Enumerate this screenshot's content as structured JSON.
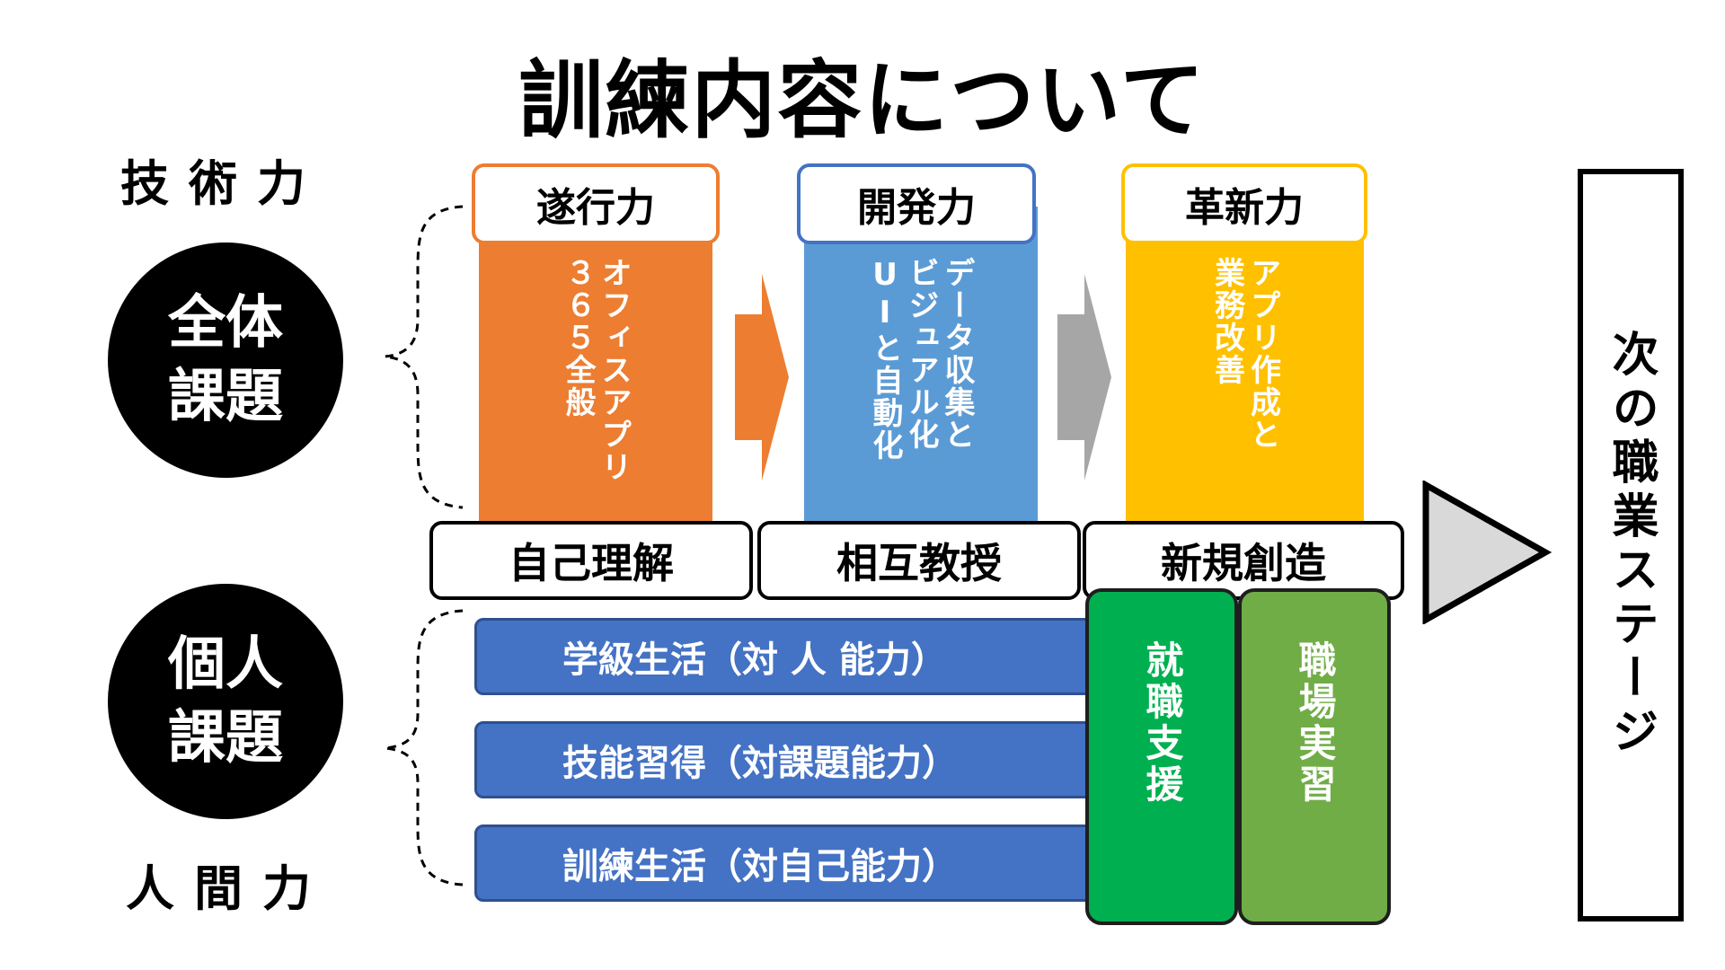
{
  "title": "訓練内容について",
  "labels": {
    "tech": "技術力",
    "human": "人間力"
  },
  "circles": {
    "overall": "全体課題",
    "individual": "個人課題"
  },
  "columns": [
    {
      "header": "遂行力",
      "body": "オフィスアプリ\n３６５全般",
      "color": "#ed7d31"
    },
    {
      "header": "開発力",
      "body": "データ収集と\nビジュアル化\nUIと自動化",
      "color": "#5b9bd5"
    },
    {
      "header": "革新力",
      "body": "アプリ作成と\n業務改善",
      "color": "#ffc000"
    }
  ],
  "middle": [
    "自己理解",
    "相互教授",
    "新規創造"
  ],
  "bars": [
    "学級生活（対 人 能力）",
    "技能習得（対課題能力）",
    "訓練生活（対自己能力）"
  ],
  "green": [
    {
      "label": "就職支援",
      "color": "#00b050"
    },
    {
      "label": "職場実習",
      "color": "#70ad47"
    }
  ],
  "next_stage": "次の職業ステージ",
  "colors": {
    "arrow1": "#ed7d31",
    "arrow2": "#a6a6a6",
    "big_arrow": "#d9d9d9"
  }
}
